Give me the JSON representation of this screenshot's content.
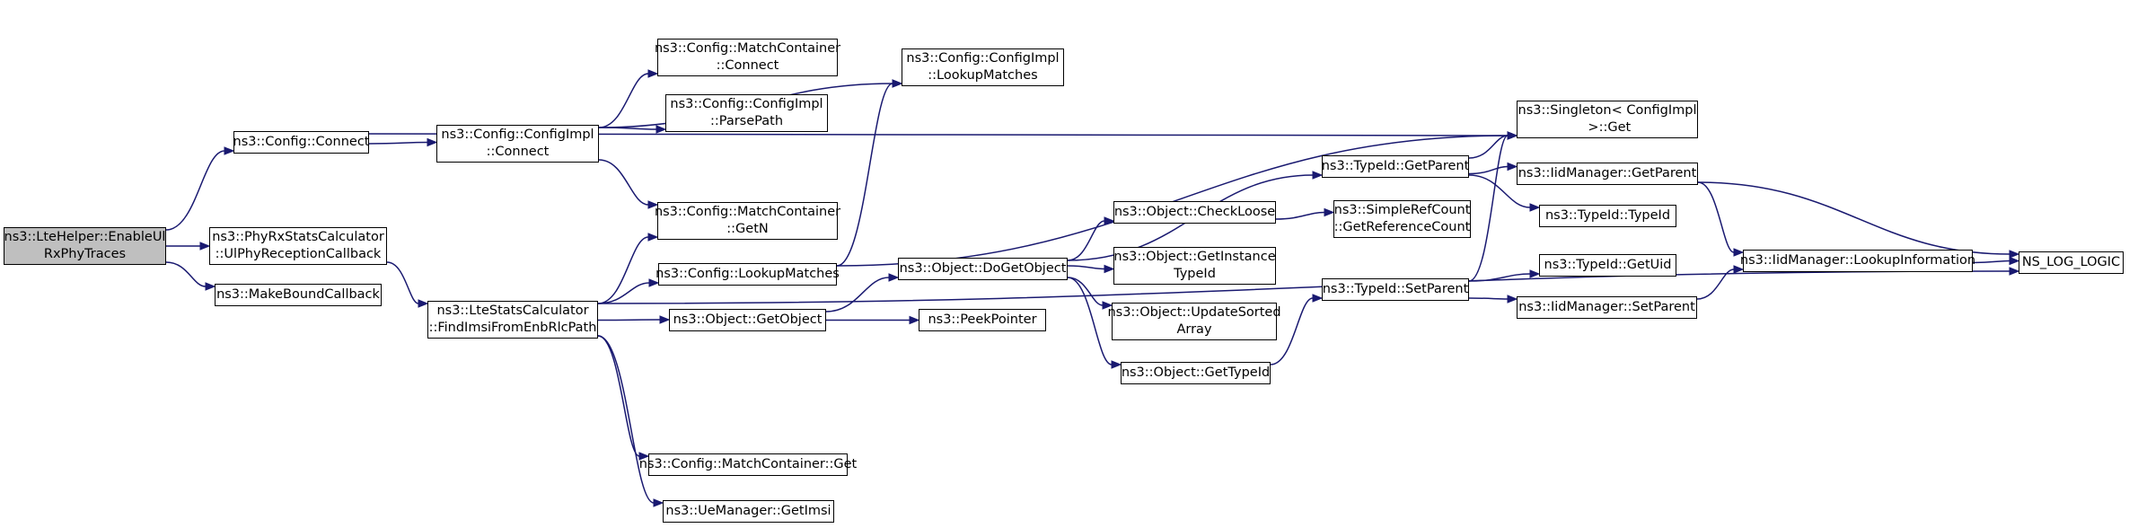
{
  "graph": {
    "colors": {
      "edge": "#191970",
      "root_fill": "#bfbfbf",
      "node_fill": "#ffffff",
      "border": "#000000"
    },
    "nodes": {
      "enable_ul": {
        "label": "ns3::LteHelper::EnableUl\nRxPhyTraces",
        "root": true
      },
      "config_connect": {
        "label": "ns3::Config::Connect"
      },
      "phyrx": {
        "label": "ns3::PhyRxStatsCalculator\n::UlPhyReceptionCallback"
      },
      "make_bound": {
        "label": "ns3::MakeBoundCallback"
      },
      "configimpl_connect": {
        "label": "ns3::Config::ConfigImpl\n::Connect"
      },
      "find_imsi": {
        "label": "ns3::LteStatsCalculator\n::FindImsiFromEnbRlcPath"
      },
      "mc_connect": {
        "label": "ns3::Config::MatchContainer\n::Connect"
      },
      "parse_path": {
        "label": "ns3::Config::ConfigImpl\n::ParsePath"
      },
      "mc_getn": {
        "label": "ns3::Config::MatchContainer\n::GetN"
      },
      "lookup_matches": {
        "label": "ns3::Config::LookupMatches"
      },
      "get_object": {
        "label": "ns3::Object::GetObject"
      },
      "mc_get": {
        "label": "ns3::Config::MatchContainer::Get"
      },
      "ue_getimsi": {
        "label": "ns3::UeManager::GetImsi"
      },
      "impl_lookup": {
        "label": "ns3::Config::ConfigImpl\n::LookupMatches"
      },
      "do_get_object": {
        "label": "ns3::Object::DoGetObject"
      },
      "peek_pointer": {
        "label": "ns3::PeekPointer"
      },
      "check_loose": {
        "label": "ns3::Object::CheckLoose"
      },
      "get_instance_typeid": {
        "label": "ns3::Object::GetInstance\nTypeId"
      },
      "update_sorted": {
        "label": "ns3::Object::UpdateSorted\nArray"
      },
      "get_typeid": {
        "label": "ns3::Object::GetTypeId"
      },
      "typeid_getparent": {
        "label": "ns3::TypeId::GetParent"
      },
      "simple_refcount": {
        "label": "ns3::SimpleRefCount\n::GetReferenceCount"
      },
      "typeid_setparent": {
        "label": "ns3::TypeId::SetParent"
      },
      "singleton_get": {
        "label": "ns3::Singleton< ConfigImpl\n >::Get"
      },
      "iid_getparent": {
        "label": "ns3::IidManager::GetParent"
      },
      "typeid_typeid": {
        "label": "ns3::TypeId::TypeId"
      },
      "typeid_getuid": {
        "label": "ns3::TypeId::GetUid"
      },
      "iid_setparent": {
        "label": "ns3::IidManager::SetParent"
      },
      "iid_lookupinfo": {
        "label": "ns3::IidManager::LookupInformation"
      },
      "ns_log_logic": {
        "label": "NS_LOG_LOGIC"
      }
    },
    "edges": [
      [
        "enable_ul",
        "config_connect"
      ],
      [
        "enable_ul",
        "phyrx"
      ],
      [
        "enable_ul",
        "make_bound"
      ],
      [
        "config_connect",
        "configimpl_connect"
      ],
      [
        "config_connect",
        "singleton_get"
      ],
      [
        "phyrx",
        "find_imsi"
      ],
      [
        "configimpl_connect",
        "mc_connect"
      ],
      [
        "configimpl_connect",
        "parse_path"
      ],
      [
        "configimpl_connect",
        "impl_lookup"
      ],
      [
        "configimpl_connect",
        "mc_getn"
      ],
      [
        "find_imsi",
        "mc_getn"
      ],
      [
        "find_imsi",
        "lookup_matches"
      ],
      [
        "find_imsi",
        "get_object"
      ],
      [
        "find_imsi",
        "mc_get"
      ],
      [
        "find_imsi",
        "ue_getimsi"
      ],
      [
        "find_imsi",
        "ns_log_logic"
      ],
      [
        "lookup_matches",
        "impl_lookup"
      ],
      [
        "lookup_matches",
        "singleton_get"
      ],
      [
        "get_object",
        "do_get_object"
      ],
      [
        "get_object",
        "peek_pointer"
      ],
      [
        "do_get_object",
        "typeid_getparent"
      ],
      [
        "do_get_object",
        "check_loose"
      ],
      [
        "do_get_object",
        "get_instance_typeid"
      ],
      [
        "do_get_object",
        "update_sorted"
      ],
      [
        "do_get_object",
        "get_typeid"
      ],
      [
        "check_loose",
        "simple_refcount"
      ],
      [
        "get_typeid",
        "typeid_setparent"
      ],
      [
        "typeid_getparent",
        "singleton_get"
      ],
      [
        "typeid_getparent",
        "iid_getparent"
      ],
      [
        "typeid_getparent",
        "typeid_typeid"
      ],
      [
        "typeid_setparent",
        "singleton_get"
      ],
      [
        "typeid_setparent",
        "typeid_getuid"
      ],
      [
        "typeid_setparent",
        "iid_setparent"
      ],
      [
        "iid_getparent",
        "iid_lookupinfo"
      ],
      [
        "iid_getparent",
        "ns_log_logic"
      ],
      [
        "iid_setparent",
        "iid_lookupinfo"
      ],
      [
        "iid_lookupinfo",
        "ns_log_logic"
      ]
    ]
  }
}
